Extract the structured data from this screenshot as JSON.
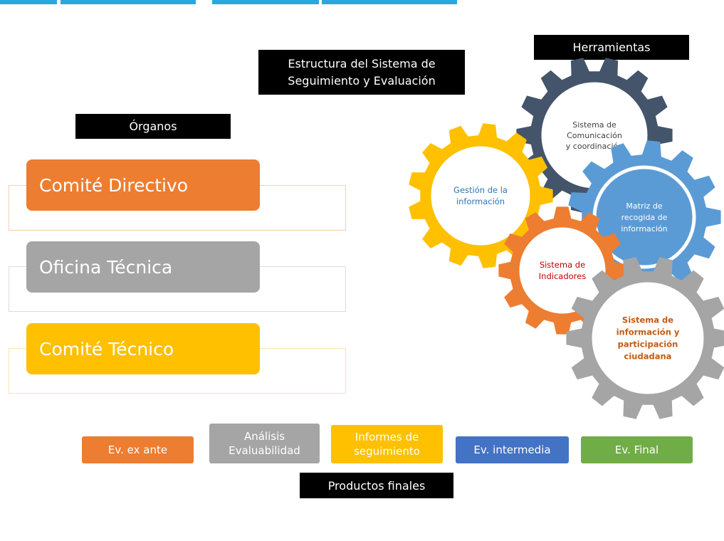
{
  "title": [
    "Estructura del Sistema de",
    "Seguimiento y Evaluación"
  ],
  "organos": {
    "heading": "Órganos",
    "items": [
      {
        "label": "Comité Directivo",
        "color": "#ed7d31"
      },
      {
        "label": "Oficina Técnica",
        "color": "#a5a5a5"
      },
      {
        "label": "Comité Técnico",
        "color": "#ffc000"
      }
    ]
  },
  "herramientas": {
    "heading": "Herramientas",
    "gears": [
      {
        "id": "comunicacion",
        "lines": [
          "Sistema de",
          "Comunicación",
          "y coordinación"
        ],
        "color": "#44546a",
        "text_color": "#404040"
      },
      {
        "id": "gestion",
        "lines": [
          "Gestión de la",
          "información"
        ],
        "color": "#ffc000",
        "text_color": "#2e75b6"
      },
      {
        "id": "matriz",
        "lines": [
          "Matriz de",
          "recogida de",
          "información"
        ],
        "color": "#5b9bd5",
        "text_color": "#ffffff"
      },
      {
        "id": "indicadores",
        "lines": [
          "Sistema de",
          "Indicadores"
        ],
        "color": "#ed7d31",
        "text_color": "#c00000"
      },
      {
        "id": "participacion",
        "lines": [
          "Sistema de",
          "información y",
          "participación",
          "ciudadana"
        ],
        "color": "#a5a5a5",
        "text_color": "#c55a11"
      }
    ]
  },
  "productos": {
    "heading": "Productos finales",
    "items": [
      {
        "lines": [
          "Ev. ex ante"
        ],
        "color": "#ed7d31"
      },
      {
        "lines": [
          "Análisis",
          "Evaluabilidad"
        ],
        "color": "#a5a5a5"
      },
      {
        "lines": [
          "Informes de",
          "seguimiento"
        ],
        "color": "#ffc000"
      },
      {
        "lines": [
          "Ev. intermedia"
        ],
        "color": "#4472c4"
      },
      {
        "lines": [
          "Ev. Final"
        ],
        "color": "#70ad47"
      }
    ]
  }
}
